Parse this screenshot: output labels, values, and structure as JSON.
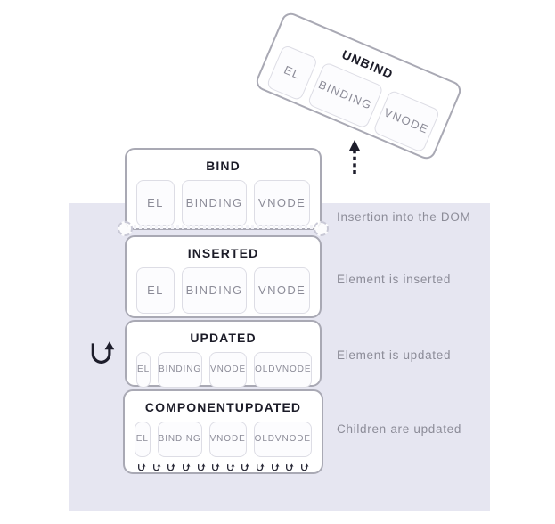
{
  "diagram": {
    "unbind": {
      "title": "UNBIND",
      "args": [
        "EL",
        "BINDING",
        "VNODE"
      ]
    },
    "bind": {
      "title": "BIND",
      "args": [
        "EL",
        "BINDING",
        "VNODE"
      ]
    },
    "inserted": {
      "title": "INSERTED",
      "args": [
        "EL",
        "BINDING",
        "VNODE"
      ]
    },
    "updated": {
      "title": "UPDATED",
      "args": [
        "EL",
        "BINDING",
        "VNODE",
        "OLDVNODE"
      ]
    },
    "component_updated": {
      "title": "COMPONENTUPDATED",
      "args": [
        "EL",
        "BINDING",
        "VNODE",
        "OLDVNODE"
      ],
      "repeat_arrow_count": 12
    }
  },
  "annotations": {
    "insertion": "Insertion into the DOM",
    "inserted": "Element is inserted",
    "updated": "Element is updated",
    "children": "Children are updated"
  },
  "colors": {
    "panel_bg": "#e6e6f1",
    "box_border": "#a9a9b4",
    "chip_border": "#dddde5",
    "chip_bg": "#fcfcfe",
    "chip_text": "#8c8c98",
    "title_text": "#1c1c28",
    "label_text": "#8c8c98",
    "arrow": "#1d1d2b"
  }
}
